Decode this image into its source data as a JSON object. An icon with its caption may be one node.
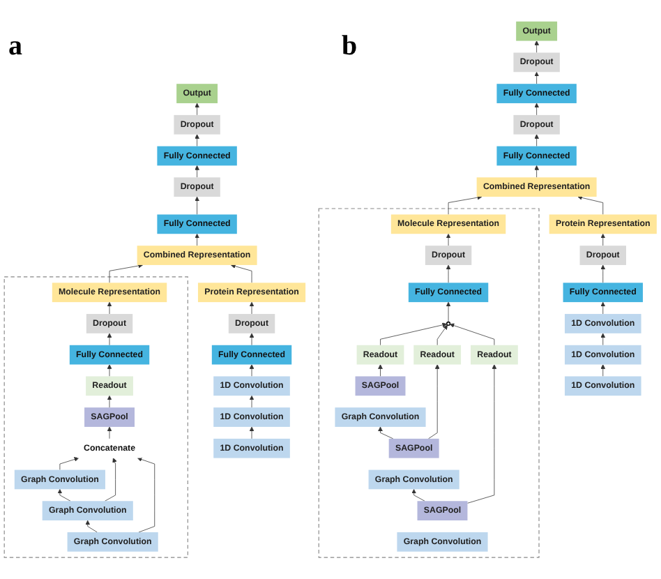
{
  "diagram": {
    "nodes": [
      {
        "text": [
          "Output"
        ]
      },
      {
        "text": [
          "Dropout"
        ]
      },
      {
        "text": [
          "Fully Connected"
        ]
      },
      {
        "text": [
          "Dropout"
        ]
      },
      {
        "text": [
          "Fully Connected"
        ]
      },
      {
        "text": [
          "Combined Representation"
        ]
      },
      {
        "text": [],
        "shape": "box"
      },
      {
        "text": [
          "Molecule Representation"
        ],
        "in": 6
      },
      {
        "text": [
          "Dropout"
        ],
        "in": 6
      },
      {
        "text": [
          "Fully Connected"
        ],
        "in": 6
      },
      {
        "text": [
          "Readout"
        ],
        "in": 6
      },
      {
        "text": [
          "SAGPool"
        ],
        "in": 6
      },
      {
        "text": [
          "Concatenate"
        ],
        "in": 6
      },
      {
        "text": [
          "Graph Convolution"
        ],
        "in": 6
      },
      {
        "text": [
          "Graph Convolution"
        ],
        "in": 6
      },
      {
        "text": [
          "Graph Convolution"
        ],
        "in": 6
      },
      {
        "text": [
          "Protein Representation"
        ]
      },
      {
        "text": [
          "Dropout"
        ]
      },
      {
        "text": [
          "Fully Connected"
        ]
      },
      {
        "text": [
          "1D Convolution"
        ]
      },
      {
        "text": [
          "1D Convolution"
        ]
      },
      {
        "text": [
          "1D Convolution"
        ]
      },
      {
        "text": [
          "Output"
        ]
      },
      {
        "text": [
          "Dropout"
        ]
      },
      {
        "text": [
          "Fully Connected"
        ]
      },
      {
        "text": [
          "Dropout"
        ]
      },
      {
        "text": [
          "Fully Connected"
        ]
      },
      {
        "text": [
          "Combined Representation"
        ]
      },
      {
        "text": [],
        "shape": "box"
      },
      {
        "text": [
          "Molecule Representation"
        ],
        "in": 28
      },
      {
        "text": [
          "Dropout"
        ],
        "in": 28
      },
      {
        "text": [
          "Fully Connected"
        ],
        "in": 28
      },
      {
        "text": [],
        "shape": "circle",
        "in": 28
      },
      {
        "text": [
          "Readout"
        ],
        "in": 28
      },
      {
        "text": [
          "SAGPool"
        ],
        "in": 28
      },
      {
        "text": [
          "Readout"
        ],
        "in": 28
      },
      {
        "text": [
          "Graph Convolution"
        ],
        "in": 28
      },
      {
        "text": [
          "SAGPool"
        ],
        "in": 28
      },
      {
        "text": [
          "Readout"
        ],
        "in": 28
      },
      {
        "text": [
          "Graph Convolution"
        ],
        "in": 28
      },
      {
        "text": [
          "SAGPool"
        ],
        "in": 28
      },
      {
        "text": [
          "Graph Convolution"
        ],
        "in": 28
      },
      {
        "text": [
          "Protein Representation"
        ]
      },
      {
        "text": [
          "Dropout"
        ]
      },
      {
        "text": [
          "Fully Connected"
        ]
      },
      {
        "text": [
          "1D Convolution"
        ]
      },
      {
        "text": [
          "1D Convolution"
        ]
      },
      {
        "text": [
          "1D Convolution"
        ]
      }
    ],
    "edges": [
      {
        "from": 1,
        "to": 0,
        "arrow": "to"
      },
      {
        "from": 2,
        "to": 1,
        "arrow": "to"
      },
      {
        "from": 3,
        "to": 2,
        "arrow": "to"
      },
      {
        "from": 4,
        "to": 3,
        "arrow": "to"
      },
      {
        "from": 5,
        "to": 4,
        "arrow": "to"
      },
      {
        "from": 7,
        "to": 5,
        "arrow": "to"
      },
      {
        "from": 16,
        "to": 5,
        "arrow": "to"
      },
      {
        "from": 8,
        "to": 7,
        "arrow": "to"
      },
      {
        "from": 9,
        "to": 8,
        "arrow": "to"
      },
      {
        "from": 10,
        "to": 9,
        "arrow": "to"
      },
      {
        "from": 11,
        "to": 10,
        "arrow": "to"
      },
      {
        "from": 12,
        "to": 11,
        "arrow": "to"
      },
      {
        "from": 13,
        "to": 12,
        "arrow": "to"
      },
      {
        "from": 14,
        "to": 13,
        "arrow": "to"
      },
      {
        "from": 14,
        "to": 12,
        "arrow": "to"
      },
      {
        "from": 15,
        "to": 14,
        "arrow": "to"
      },
      {
        "from": 15,
        "to": 12,
        "arrow": "to"
      },
      {
        "from": 17,
        "to": 16,
        "arrow": "to"
      },
      {
        "from": 18,
        "to": 17,
        "arrow": "to"
      },
      {
        "from": 19,
        "to": 18,
        "arrow": "to"
      },
      {
        "from": 20,
        "to": 19,
        "arrow": "to"
      },
      {
        "from": 21,
        "to": 20,
        "arrow": "to"
      },
      {
        "from": 23,
        "to": 22,
        "arrow": "to"
      },
      {
        "from": 24,
        "to": 23,
        "arrow": "to"
      },
      {
        "from": 25,
        "to": 24,
        "arrow": "to"
      },
      {
        "from": 26,
        "to": 25,
        "arrow": "to"
      },
      {
        "from": 27,
        "to": 26,
        "arrow": "to"
      },
      {
        "from": 29,
        "to": 27,
        "arrow": "to"
      },
      {
        "from": 42,
        "to": 27,
        "arrow": "to"
      },
      {
        "from": 30,
        "to": 29,
        "arrow": "to"
      },
      {
        "from": 31,
        "to": 30,
        "arrow": "to"
      },
      {
        "from": 32,
        "to": 31,
        "arrow": "to"
      },
      {
        "from": 33,
        "to": 32,
        "arrow": "to"
      },
      {
        "from": 35,
        "to": 32,
        "arrow": "to"
      },
      {
        "from": 38,
        "to": 32,
        "arrow": "to"
      },
      {
        "from": 34,
        "to": 33,
        "arrow": "to"
      },
      {
        "from": 37,
        "to": 36,
        "arrow": "to"
      },
      {
        "from": 37,
        "to": 35,
        "arrow": "to"
      },
      {
        "from": 40,
        "to": 39,
        "arrow": "to"
      },
      {
        "from": 40,
        "to": 38,
        "arrow": "to"
      },
      {
        "from": 43,
        "to": 42,
        "arrow": "to"
      },
      {
        "from": 44,
        "to": 43,
        "arrow": "to"
      },
      {
        "from": 45,
        "to": 44,
        "arrow": "to"
      },
      {
        "from": 46,
        "to": 45,
        "arrow": "to"
      },
      {
        "from": 47,
        "to": 46,
        "arrow": "to"
      }
    ],
    "labels": [
      "a",
      "b"
    ]
  }
}
